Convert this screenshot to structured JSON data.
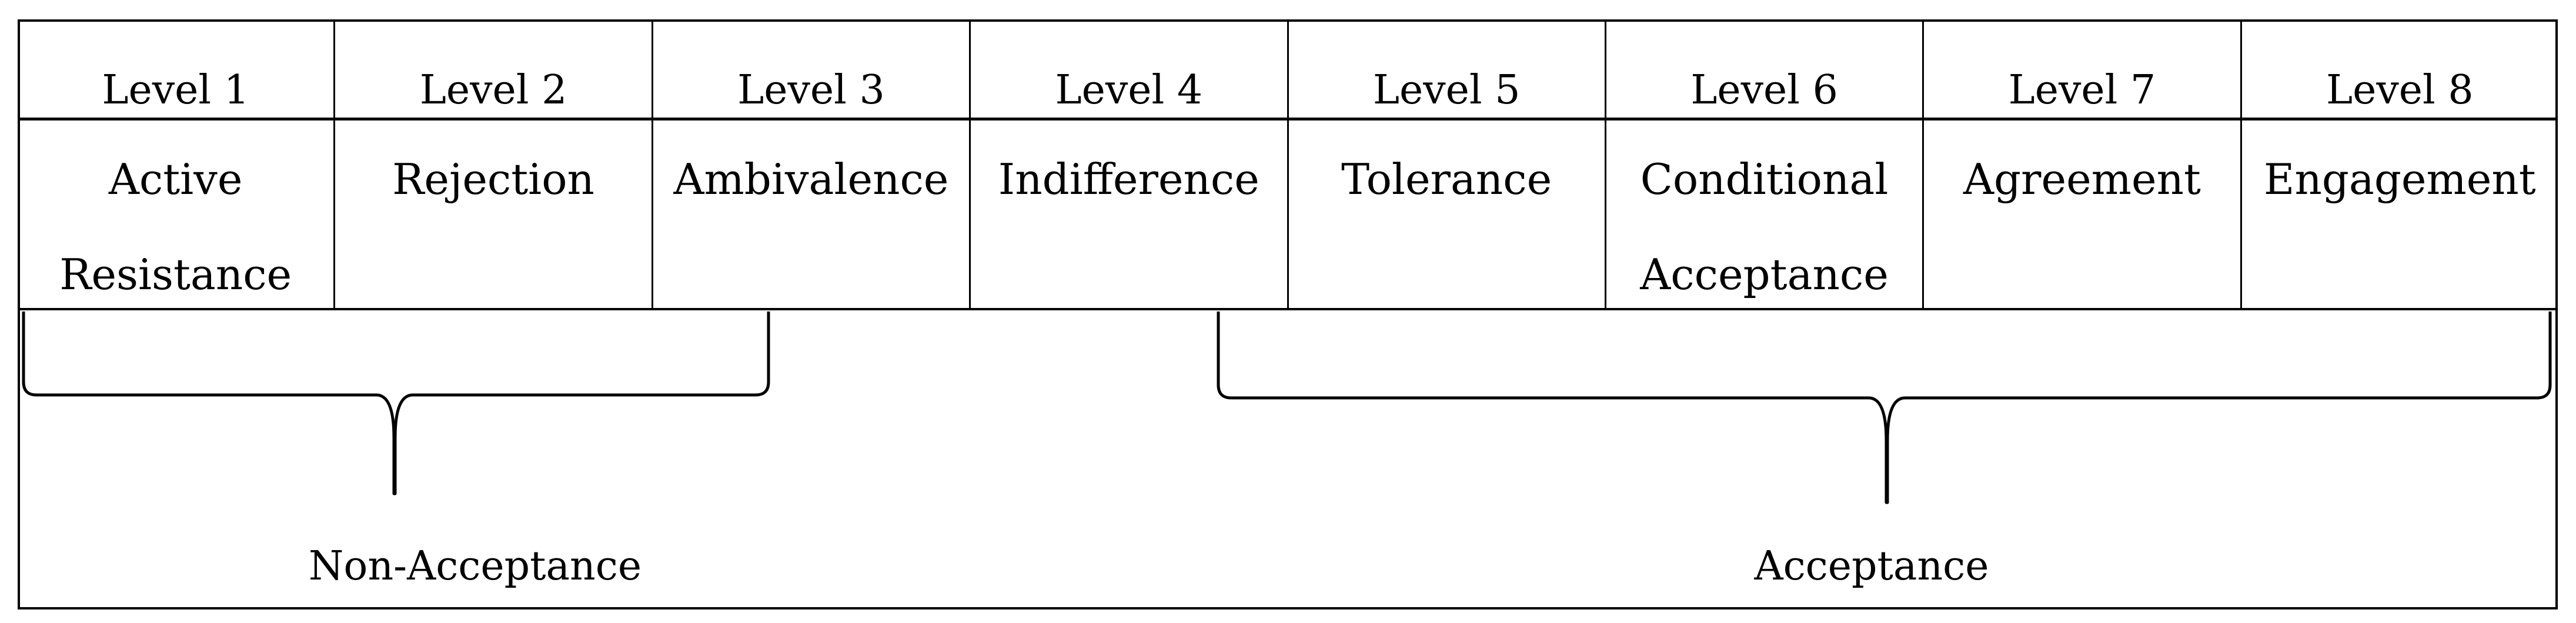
{
  "levels": [
    {
      "level": "Level 1",
      "name": "Active Resistance"
    },
    {
      "level": "Level 2",
      "name": "Rejection"
    },
    {
      "level": "Level 3",
      "name": "Ambivalence"
    },
    {
      "level": "Level 4",
      "name": "Indifference"
    },
    {
      "level": "Level 5",
      "name": "Tolerance"
    },
    {
      "level": "Level 6",
      "name": "Conditional Acceptance"
    },
    {
      "level": "Level 7",
      "name": "Agreement"
    },
    {
      "level": "Level 8",
      "name": "Engagement"
    }
  ],
  "groups": [
    {
      "label": "Non-Acceptance",
      "from_level": "Level 1",
      "to_level": "Level 3"
    },
    {
      "label": "Acceptance",
      "from_level": "Level 4",
      "to_level": "Level 8"
    }
  ],
  "colors": {
    "line": "#000000",
    "text": "#000000",
    "background": "#ffffff"
  }
}
